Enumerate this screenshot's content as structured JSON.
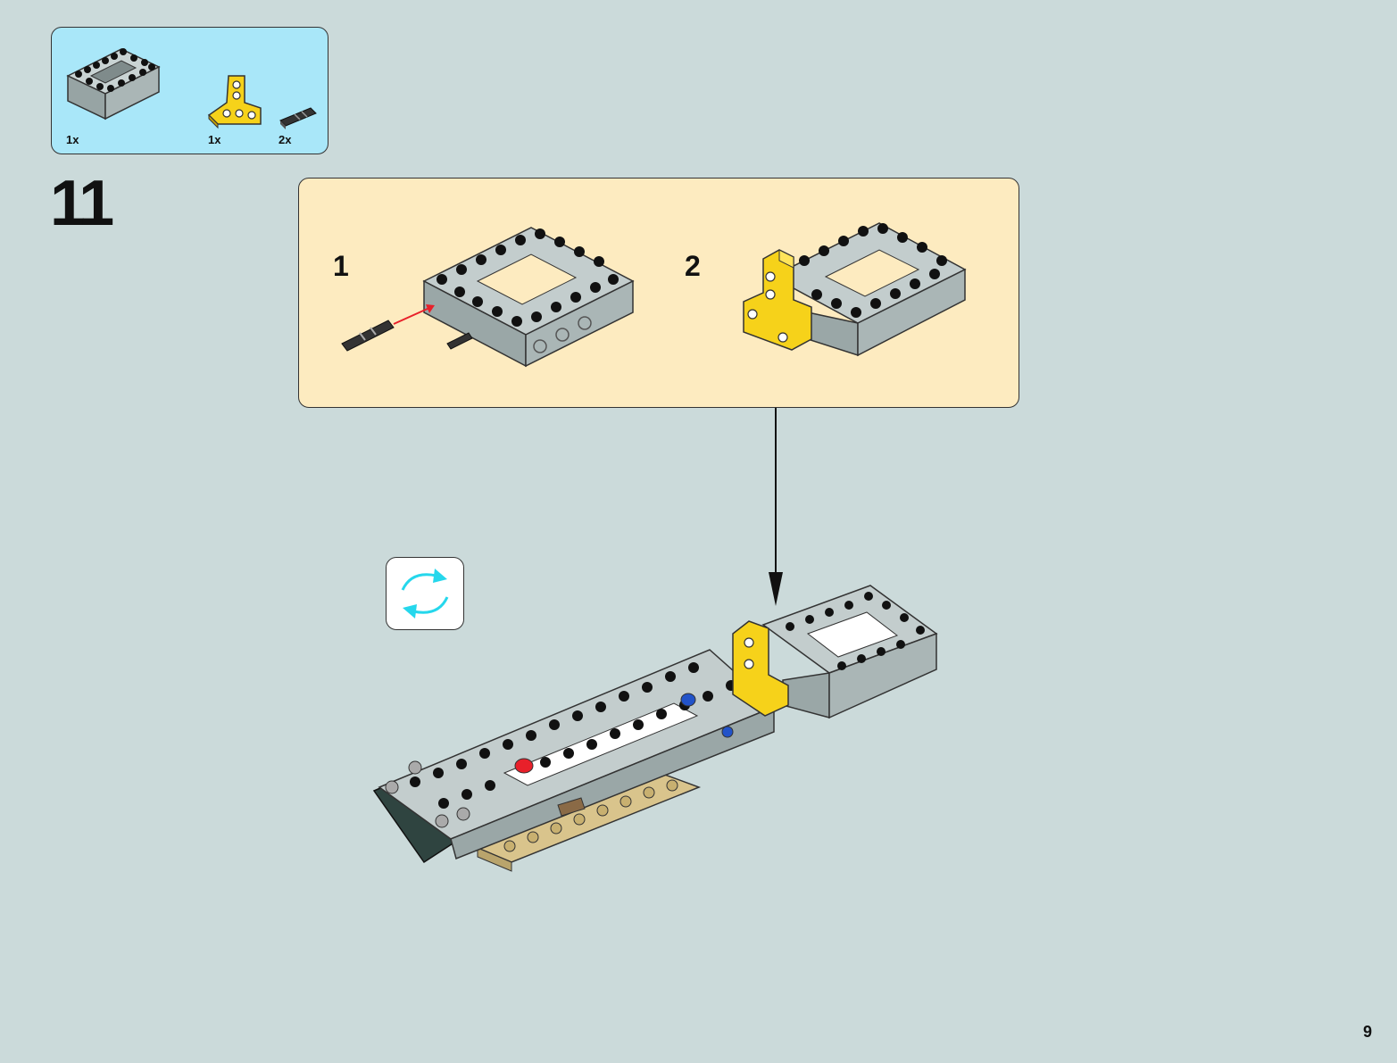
{
  "parts_list": {
    "items": [
      {
        "name": "technic-frame-brick-icon",
        "qty": "1x"
      },
      {
        "name": "yellow-t-beam-icon",
        "qty": "1x"
      },
      {
        "name": "technic-pin-icon",
        "qty": "2x"
      }
    ]
  },
  "step": {
    "number": "11"
  },
  "sub_steps": [
    {
      "label": "1"
    },
    {
      "label": "2"
    }
  ],
  "page": {
    "number": "9"
  },
  "colors": {
    "page_background": "#cbdada",
    "parts_box": "#a9e7f9",
    "sub_step_box": "#fdebc0",
    "brick_gray": "#a7b3b3",
    "yellow": "#f6d21a",
    "tan": "#d9c48c",
    "rotate_arrow": "#25d7ec"
  }
}
